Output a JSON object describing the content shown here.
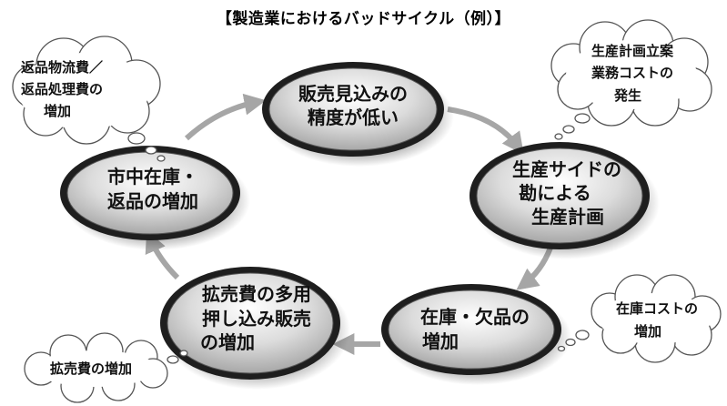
{
  "title": "【製造業におけるバッドサイクル（例）】",
  "cycle_nodes": [
    {
      "id": "sales-forecast",
      "lines": [
        "販売見込みの",
        "精度が低い"
      ]
    },
    {
      "id": "production-plan",
      "lines": [
        "生産サイドの",
        "勘による",
        "生産計画"
      ]
    },
    {
      "id": "inventory-shortage",
      "lines": [
        "在庫・欠品の",
        "増加"
      ]
    },
    {
      "id": "push-sales",
      "lines": [
        "拡売費の多用",
        "押し込み販売",
        "の増加"
      ]
    },
    {
      "id": "market-inventory",
      "lines": [
        "市中在庫・",
        "返品の増加"
      ]
    }
  ],
  "clouds": [
    {
      "id": "return-costs",
      "lines": [
        "返品物流費／",
        "返品処理費の",
        "増加"
      ]
    },
    {
      "id": "planning-costs",
      "lines": [
        "生産計画立案",
        "業務コストの",
        "発生"
      ]
    },
    {
      "id": "inventory-costs",
      "lines": [
        "在庫コストの",
        "増加"
      ]
    },
    {
      "id": "promotion-costs",
      "lines": [
        "拡売費の増加"
      ]
    }
  ],
  "colors": {
    "node_fill": "#d6d6d6",
    "node_ring": "#1e1e1e",
    "arrow": "#a6a6a6",
    "cloud_border": "#555555"
  }
}
